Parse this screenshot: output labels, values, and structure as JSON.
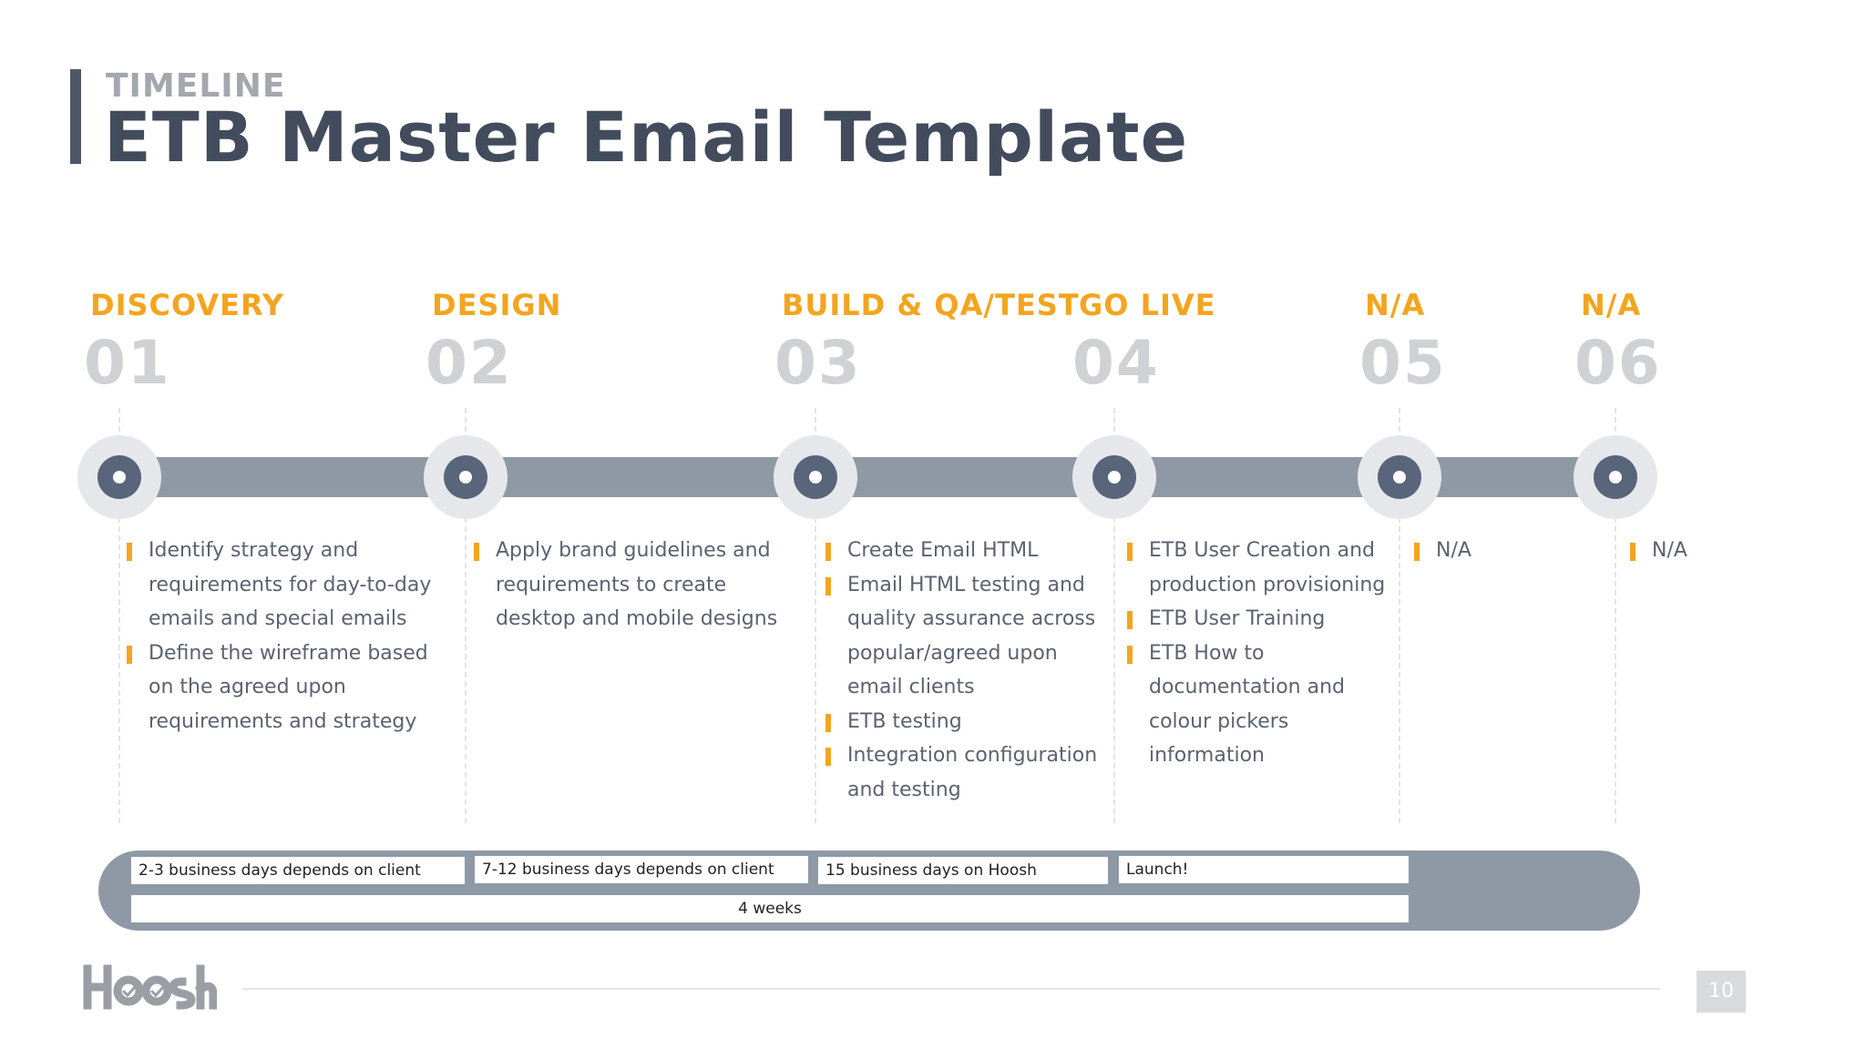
{
  "header": {
    "supertitle": "TIMELINE",
    "title": "ETB Master Email Template"
  },
  "phases": [
    {
      "label": "DISCOVERY",
      "number": "01",
      "items": [
        [
          "Identify strategy and",
          "requirements for day-to-day",
          "emails and special emails"
        ],
        [
          "Define the wireframe based",
          "on the agreed upon",
          "requirements and strategy"
        ]
      ]
    },
    {
      "label": "DESIGN",
      "number": "02",
      "items": [
        [
          "Apply brand guidelines and",
          "requirements to create",
          "desktop and mobile designs"
        ]
      ]
    },
    {
      "label": "BUILD & QA/TEST",
      "number": "03",
      "items": [
        [
          "Create Email HTML"
        ],
        [
          "Email HTML testing and",
          "quality assurance across",
          "popular/agreed upon",
          "email clients"
        ],
        [
          "ETB testing"
        ],
        [
          "Integration configuration",
          "and testing"
        ]
      ]
    },
    {
      "label": "GO LIVE",
      "number": "04",
      "items": [
        [
          "ETB User Creation and",
          "production provisioning"
        ],
        [
          "ETB User Training"
        ],
        [
          "ETB How to",
          "documentation and",
          "colour pickers",
          "information"
        ]
      ]
    },
    {
      "label": "N/A",
      "number": "05",
      "items": [
        [
          "N/A"
        ]
      ]
    },
    {
      "label": "N/A",
      "number": "06",
      "items": [
        [
          "N/A"
        ]
      ]
    }
  ],
  "durations": {
    "discovery": "2-3 business days depends on client",
    "design": "7-12 business days depends on client",
    "build": "15 business days on Hoosh",
    "golive": "Launch!",
    "total": "4 weeks"
  },
  "footer": {
    "logo_text": "Hoosh",
    "page_number": "10"
  },
  "colors": {
    "accent": "#f3a51f",
    "track": "#8f99a6",
    "node": "#58657a",
    "title": "#424c5d"
  }
}
